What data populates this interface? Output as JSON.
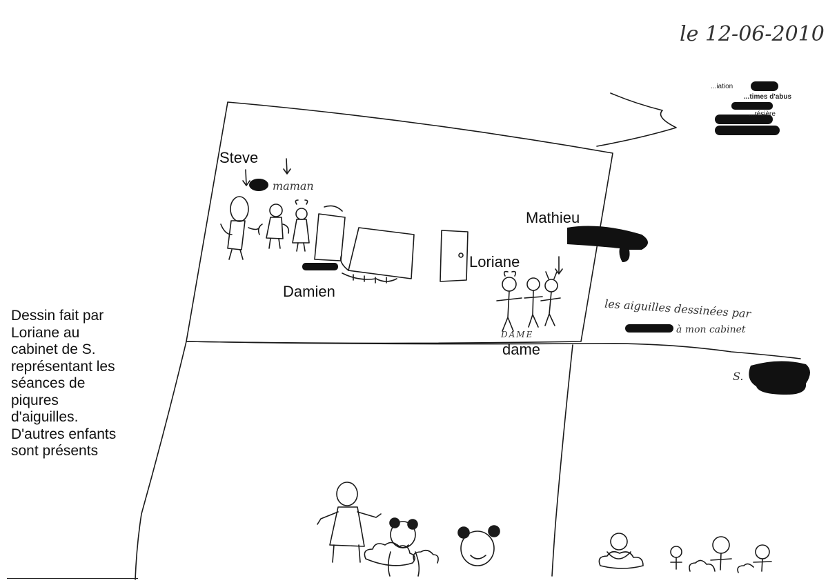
{
  "date": "le 12-06-2010",
  "stamp": {
    "line1": "...iation",
    "line2": "...times d'abus",
    "line3": "...résière"
  },
  "labels": {
    "steve": "Steve",
    "damien": "Damien",
    "mathieu": "Mathieu",
    "loriane": "Loriane",
    "dame": "dame"
  },
  "handwritten": {
    "maman": "maman",
    "note_line1": "les aiguilles dessinées par",
    "note_line2": "à mon cabinet",
    "signature_initial": "S.",
    "dame_under": "DAME"
  },
  "caption": [
    "Dessin fait par",
    "Loriane au",
    "cabinet de S.",
    "représentant les",
    "séances de",
    "piqures",
    "d'aiguilles.",
    "D'autres enfants",
    "sont présents"
  ]
}
